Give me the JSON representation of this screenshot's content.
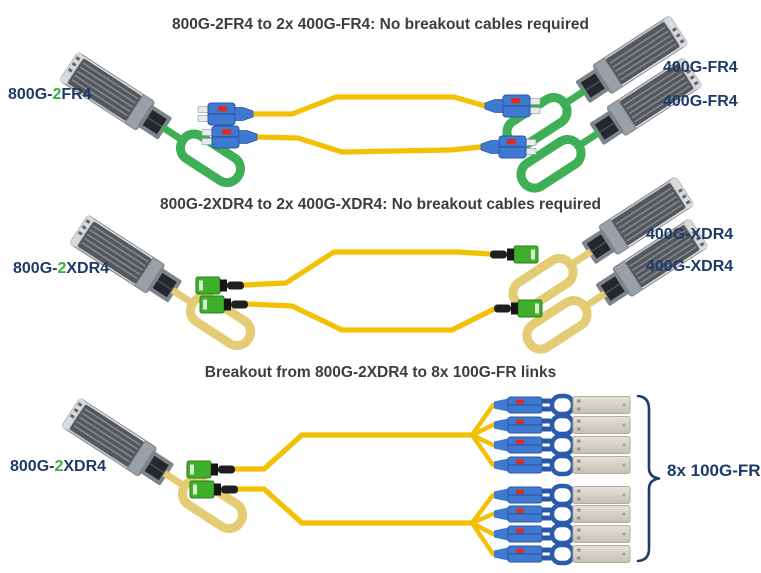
{
  "colors": {
    "navy": "#1e3a68",
    "accent-green": "#3bad3b",
    "title-gray": "#3d3d3d",
    "cable-yellow": "#f4c004",
    "lc-blue": "#3f7ad0",
    "lc-dark": "#2a57a8",
    "mpo-green": "#3fae2a",
    "tab-green": "#3faf55",
    "tab-khaki": "#e3cc74",
    "bracket-navy": "#1d3e6b",
    "red-dot": "#d93025"
  },
  "sections": [
    {
      "title": "800G-2FR4 to 2x 400G-FR4: No breakout cables required",
      "left_label": {
        "prefix": "800G-",
        "highlight": "2",
        "suffix": "FR4"
      },
      "right_labels": [
        "400G-FR4",
        "400G-FR4"
      ]
    },
    {
      "title": "800G-2XDR4 to 2x 400G-XDR4: No breakout cables required",
      "left_label": {
        "prefix": "800G-",
        "highlight": "2",
        "suffix": "XDR4"
      },
      "right_labels": [
        "400G-XDR4",
        "400G-XDR4"
      ]
    },
    {
      "title": "Breakout from 800G-2XDR4 to 8x 100G-FR links",
      "left_label": {
        "prefix": "800G-",
        "highlight": "2",
        "suffix": "XDR4"
      },
      "bracket_label": "8x 100G-FR"
    }
  ]
}
